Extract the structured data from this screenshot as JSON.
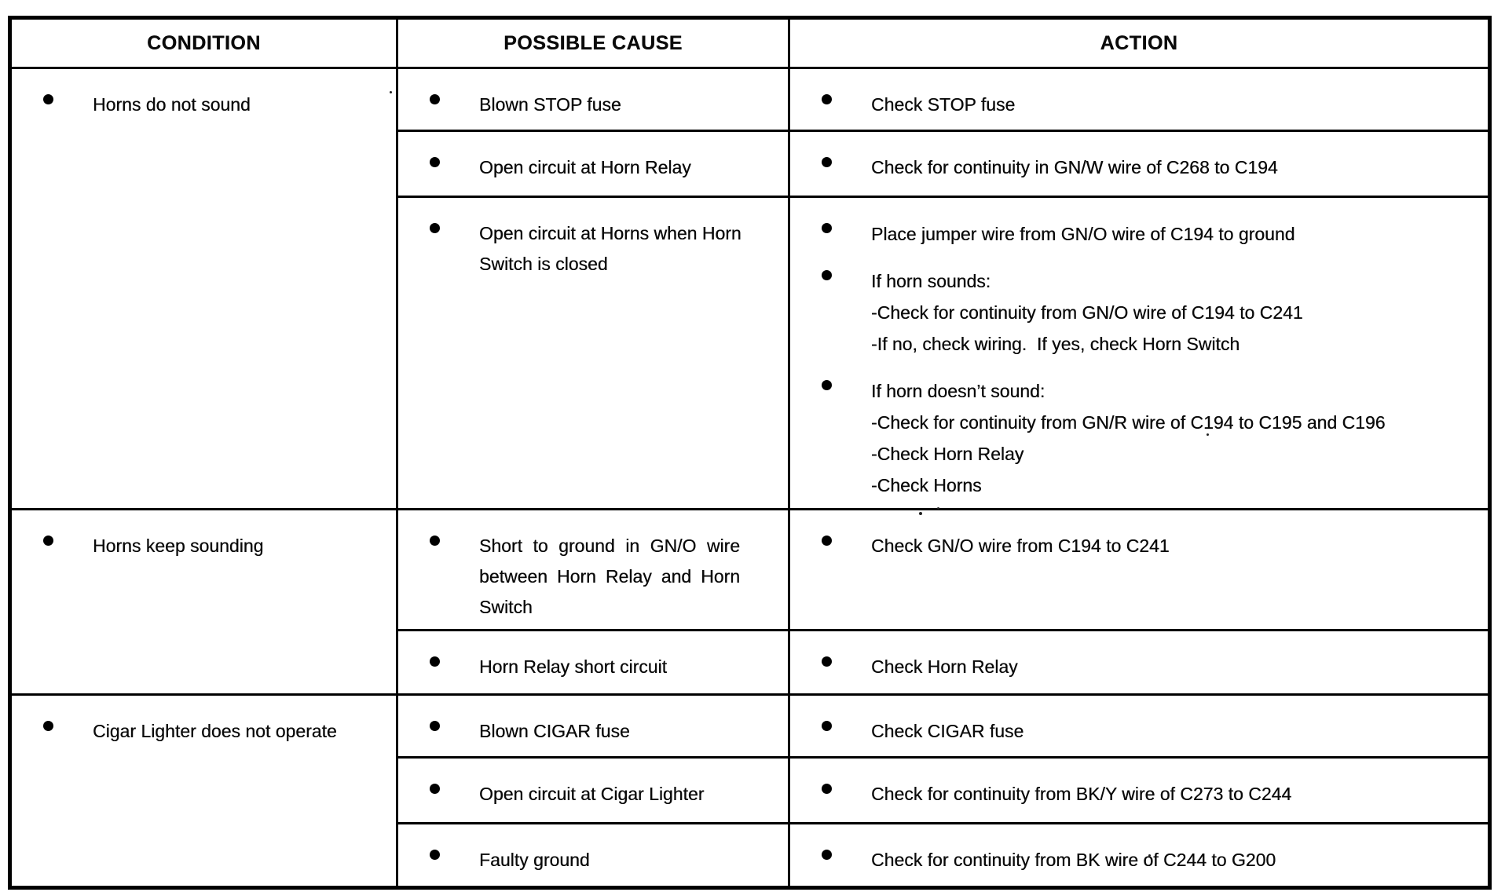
{
  "page": {
    "background": "#ffffff",
    "ink": "#0a0a0a"
  },
  "table": {
    "headers": [
      "CONDITION",
      "POSSIBLE CAUSE",
      "ACTION"
    ],
    "sections": [
      {
        "condition": "Horns do not sound",
        "rows": [
          {
            "cause": "Blown STOP fuse",
            "actions": [
              {
                "lead": "Check STOP fuse",
                "sub": []
              }
            ]
          },
          {
            "cause": "Open circuit at Horn Relay",
            "actions": [
              {
                "lead": "Check for continuity in GN/W wire of C268 to C194",
                "sub": []
              }
            ]
          },
          {
            "cause": "Open circuit at Horns when Horn Switch is closed",
            "actions": [
              {
                "lead": "Place jumper wire from GN/O wire of C194 to ground",
                "sub": []
              },
              {
                "lead": "If horn sounds:",
                "sub": [
                  "-Check for continuity from GN/O wire of C194 to C241",
                  "-If no, check wiring.  If yes, check Horn Switch"
                ]
              },
              {
                "lead": "If horn doesn’t sound:",
                "sub": [
                  "-Check for continuity from GN/R wire of C194 to C195 and C196",
                  "-Check Horn Relay",
                  "-Check Horns"
                ]
              }
            ]
          }
        ]
      },
      {
        "condition": "Horns keep sounding",
        "rows": [
          {
            "cause": "Short to ground in GN/O wire between Horn Relay and Horn Switch",
            "actions": [
              {
                "lead": "Check GN/O wire from C194 to C241",
                "sub": []
              }
            ]
          },
          {
            "cause": "Horn Relay short circuit",
            "actions": [
              {
                "lead": "Check Horn Relay",
                "sub": []
              }
            ]
          }
        ]
      },
      {
        "condition": "Cigar Lighter does not operate",
        "rows": [
          {
            "cause": "Blown CIGAR fuse",
            "actions": [
              {
                "lead": "Check CIGAR fuse",
                "sub": []
              }
            ]
          },
          {
            "cause": "Open circuit at Cigar Lighter",
            "actions": [
              {
                "lead": "Check for continuity from BK/Y wire of C273 to C244",
                "sub": []
              }
            ]
          },
          {
            "cause": "Faulty ground",
            "actions": [
              {
                "lead": "Check for continuity from BK wire of C244 to G200",
                "sub": []
              }
            ]
          }
        ]
      }
    ]
  }
}
